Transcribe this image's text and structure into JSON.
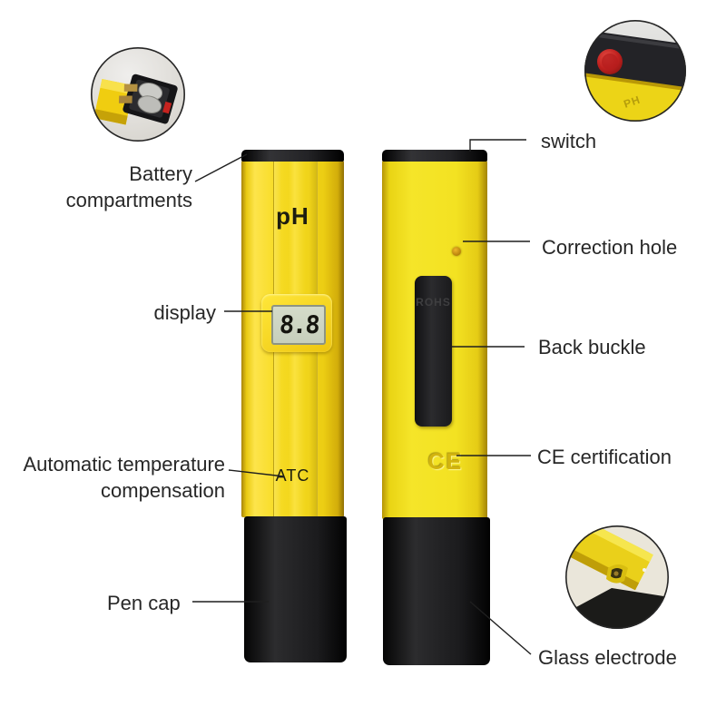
{
  "devices": {
    "front": {
      "brand": "pH",
      "display_value": "8.8",
      "atc": "ATC"
    },
    "back": {
      "rohs": "ROHS",
      "ce": "CE"
    }
  },
  "insets": {
    "switch_embossed": "PH"
  },
  "callouts": {
    "battery": "Battery compartments",
    "display": "display",
    "atc": "Automatic temperature compensation",
    "pen_cap": "Pen cap",
    "switch": "switch",
    "correction_hole": "Correction hole",
    "back_buckle": "Back buckle",
    "ce_certification": "CE certification",
    "glass_electrode": "Glass electrode"
  },
  "colors": {
    "body_yellow": "#f2df1e",
    "cap_black": "#1c1c1e",
    "lcd_green": "#ccd4c4",
    "switch_red": "#c9272b",
    "correction_hole_amber": "#d39a15"
  }
}
